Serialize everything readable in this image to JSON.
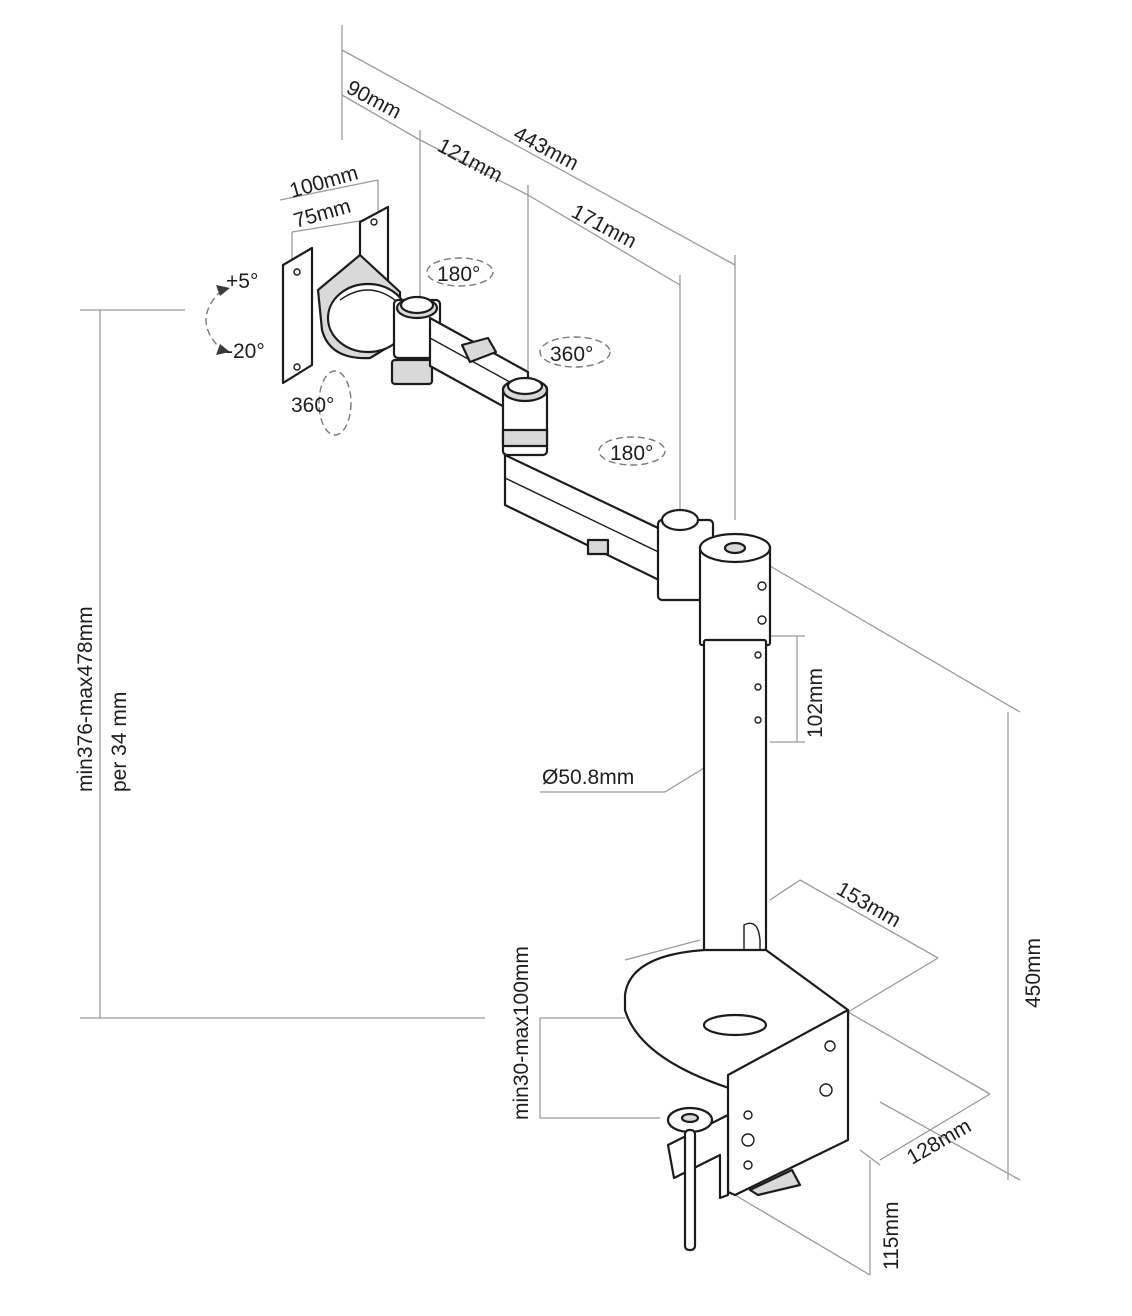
{
  "diagram": {
    "dimensions": {
      "total_reach": "443mm",
      "tilt_head_depth": "90mm",
      "arm_segment_1": "121mm",
      "arm_segment_2": "171mm",
      "vesa_100": "100mm",
      "vesa_75": "75mm",
      "height_adjust_range": "min376-max478mm",
      "height_adjust_step": "per 34 mm",
      "pole_hole_spacing": "102mm",
      "pole_diameter": "Ø50.8mm",
      "base_plate_depth": "153mm",
      "clamp_width": "128mm",
      "clamp_height": "115mm",
      "pole_height": "450mm",
      "desk_thickness": "min30-max100mm"
    },
    "rotations": {
      "tilt_up": "+5°",
      "tilt_down": "-20°",
      "head_rotation": "360°",
      "joint_1": "180°",
      "joint_2": "360°",
      "joint_3": "180°"
    }
  }
}
